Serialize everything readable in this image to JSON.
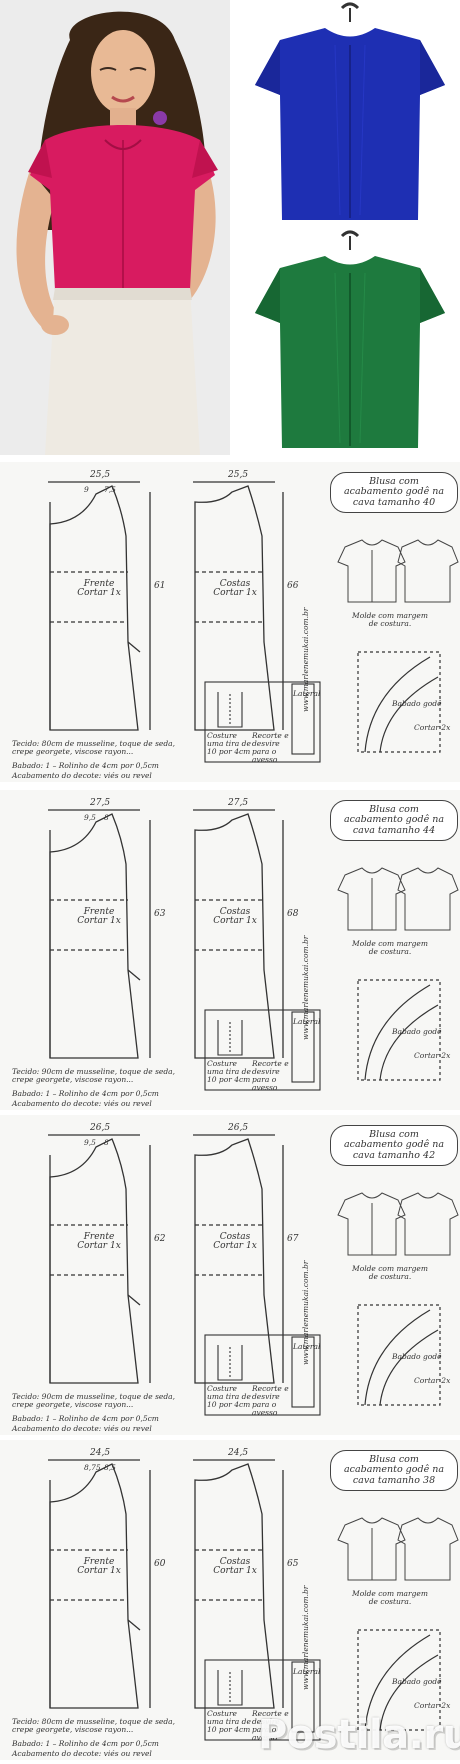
{
  "brand": {
    "watermark": "Postila.ru",
    "magenta": "#d81b60",
    "blue": "#1e2fb3",
    "green": "#1e7a3e"
  },
  "sheets": [
    {
      "title": "Blusa com acabamento godê na cava tamanho 40",
      "front_label": "Frente Cortar 1x",
      "back_label": "Costas Cortar 1x",
      "front_width": "25,5",
      "back_width": "25,5",
      "front_length": "61",
      "back_length": "66",
      "measure_a": "9",
      "measure_b": "7,5",
      "fabric": "Tecido: 80cm de musseline, toque de seda, crepe georgete, viscose rayon...",
      "bias": "Babado: 1 – Rolinho de 4cm por 0,5cm",
      "neck_finish": "Acabamento do decote: viés ou revel",
      "note_seam": "Molde com margem de costura.",
      "note_cut": "Costure uma tira de 10 por 4cm",
      "note_fold": "Recorte e desvire para o avesso",
      "lateral": "Lateral",
      "godet": "Babado godê",
      "cut2x": "Cortar 2x",
      "website": "www.marlenemukai.com.br"
    },
    {
      "title": "Blusa com acabamento godê na cava tamanho 44",
      "front_label": "Frente Cortar 1x",
      "back_label": "Costas Cortar 1x",
      "front_width": "27,5",
      "back_width": "27,5",
      "front_length": "63",
      "back_length": "68",
      "measure_a": "9,5",
      "measure_b": "8",
      "fabric": "Tecido: 90cm de musseline, toque de seda, crepe georgete, viscose rayon...",
      "bias": "Babado: 1 – Rolinho de 4cm por 0,5cm",
      "neck_finish": "Acabamento do decote: viés ou revel",
      "note_seam": "Molde com margem de costura.",
      "note_cut": "Costure uma tira de 10 por 4cm",
      "note_fold": "Recorte e desvire para o avesso",
      "lateral": "Lateral",
      "godet": "Babado godê",
      "cut2x": "Cortar 2x",
      "website": "www.marlenemukai.com.br"
    },
    {
      "title": "Blusa com acabamento godê na cava tamanho 42",
      "front_label": "Frente Cortar 1x",
      "back_label": "Costas Cortar 1x",
      "front_width": "26,5",
      "back_width": "26,5",
      "front_length": "62",
      "back_length": "67",
      "measure_a": "9,5",
      "measure_b": "8",
      "fabric": "Tecido: 90cm de musseline, toque de seda, crepe georgete, viscose rayon...",
      "bias": "Babado: 1 – Rolinho de 4cm por 0,5cm",
      "neck_finish": "Acabamento do decote: viés ou revel",
      "note_seam": "Molde com margem de costura.",
      "note_cut": "Costure uma tira de 10 por 4cm",
      "note_fold": "Recorte e desvire para o avesso",
      "lateral": "Lateral",
      "godet": "Babado godê",
      "cut2x": "Cortar 2x",
      "website": "www.marlenemukai.com.br"
    },
    {
      "title": "Blusa com acabamento godê na cava tamanho 38",
      "front_label": "Frente Cortar 1x",
      "back_label": "Costas Cortar 1x",
      "front_width": "24,5",
      "back_width": "24,5",
      "front_length": "60",
      "back_length": "65",
      "measure_a": "8,75",
      "measure_b": "8,5",
      "fabric": "Tecido: 80cm de musseline, toque de seda, crepe georgete, viscose rayon...",
      "bias": "Babado: 1 – Rolinho de 4cm por 0,5cm",
      "neck_finish": "Acabamento do decote: viés ou revel",
      "note_seam": "Molde com margem de costura.",
      "note_cut": "Costure uma tira de 10 por 4cm",
      "note_fold": "Recorte e desvire para o avesso",
      "lateral": "Lateral",
      "godet": "Babado godê",
      "cut2x": "Cortar 2x",
      "website": "www.marlenemukai.com.br"
    }
  ]
}
